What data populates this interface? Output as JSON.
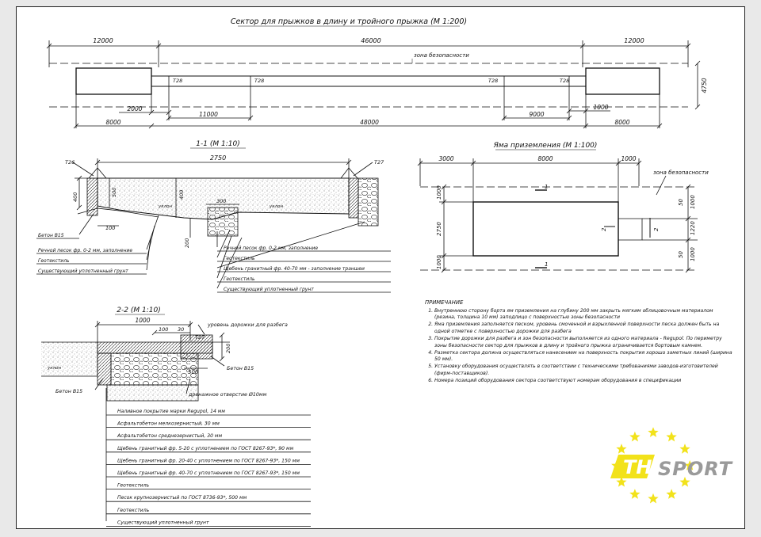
{
  "title": "Сектор для прыжков в длину и тройного прыжка (М 1:200)",
  "plan": {
    "dims_top": [
      "12000",
      "46000",
      "12000"
    ],
    "dims_bottom": [
      "8000",
      "48000",
      "8000"
    ],
    "dim_2000": "2000",
    "dim_11000": "11000",
    "dim_9000": "9000",
    "dim_1000": "1000",
    "dim_4750": "4750",
    "safety_zone": "зона безопасности",
    "markers": [
      "T28",
      "T28",
      "T28",
      "T28"
    ]
  },
  "section11": {
    "title": "1-1 (М 1:10)",
    "dim_width": "2750",
    "dim_400_left": "400",
    "dim_500": "500",
    "dim_400_mid": "400",
    "dim_100": "100",
    "dim_300": "300",
    "dim_200": "200",
    "slope_left": "уклон",
    "slope_right": "уклон",
    "t26": "T26",
    "t27": "T27",
    "labels_left": [
      "Бетон В15",
      "Речной песок фр. 0-2 мм, заполнение",
      "Геотекстиль",
      "Существующий уплотненный грунт"
    ],
    "labels_right": [
      "Речной песок фр. 0-2 мм, заполнение",
      "Геотекстиль",
      "Щебень гранитный фр. 40-70 мм - заполнение траншеи",
      "Геотекстиль",
      "Существующий уплотненный грунт"
    ]
  },
  "pit": {
    "title": "Яма приземления (М 1:100)",
    "dims_top": [
      "3000",
      "8000",
      "1000"
    ],
    "dims_left": [
      "1000",
      "2750",
      "1000"
    ],
    "dims_right": [
      "1000",
      "1220",
      "1000"
    ],
    "dim_50a": "50",
    "dim_50b": "50",
    "safety_zone": "зона безопасности",
    "cut1_top": "1",
    "cut1_bottom": "1",
    "cut2_left": "2",
    "cut2_right": "2"
  },
  "section22": {
    "title": "2-2 (М 1:10)",
    "dim_1000": "1000",
    "dim_100": "100",
    "dim_30": "30",
    "dim_200": "200",
    "dim_500": "500",
    "t27": "T27",
    "slope": "уклон",
    "track_level": "уровень дорожки для разбега",
    "concrete_right": "Бетон В15",
    "concrete_left": "Бетон В15",
    "drain": "дренажное отверстие Ø10мм",
    "layers": [
      "Наливное покрытие марки Regupol, 14 мм",
      "Асфальтобетон мелкозернистый, 30 мм",
      "Асфальтобетон среднезернистый, 30 мм",
      "Щебень гранитный фр. 5-20 с уплотнением по ГОСТ 8267-93*, 90 мм",
      "Щебень гранитный фр. 20-40 с уплотнением по ГОСТ 8267-93*, 150 мм",
      "Щебень гранитный фр. 40-70 с уплотнением по ГОСТ 8267-93*, 150 мм",
      "Геотекстиль",
      "Песок крупнозернистый по ГОСТ 8736-93*, 500 мм",
      "Геотекстиль",
      "Существующий уплотненный грунт"
    ]
  },
  "notes": {
    "heading": "ПРИМЕЧАНИЕ",
    "items": [
      "Внутреннюю сторону борта ям приземления на глубину 200 мм закрыть мягким облицовочным материалом (резина, толщина 10 мм) заподлицо с поверхностью зоны безопасности",
      "Яма приземления заполняется песком, уровень смоченной и взрыхленной поверхности песка должен быть на одной отметке с поверхностью дорожки для разбега",
      "Покрытие дорожки для разбега и зон безопасности выполняется из одного материала - Regupol. По периметру зоны безопасности сектор для прыжков в длину и тройного прыжка ограничивается бортовым камнем.",
      "Разметка сектора должна осуществляться нанесением на поверхность покрытия хорошо заметных линий (ширина 50 мм).",
      "Установку оборудования осуществлять в соответствии с техническими требованиями заводов-изготовителей (фирм-поставщиков).",
      "Номера позиций оборудования сектора соответствуют номерам оборудования в спецификации"
    ]
  },
  "logo": {
    "th": "TH",
    "sport": "SPORT",
    "star_color": "#f2e21a",
    "gray": "#9a9a9a"
  }
}
